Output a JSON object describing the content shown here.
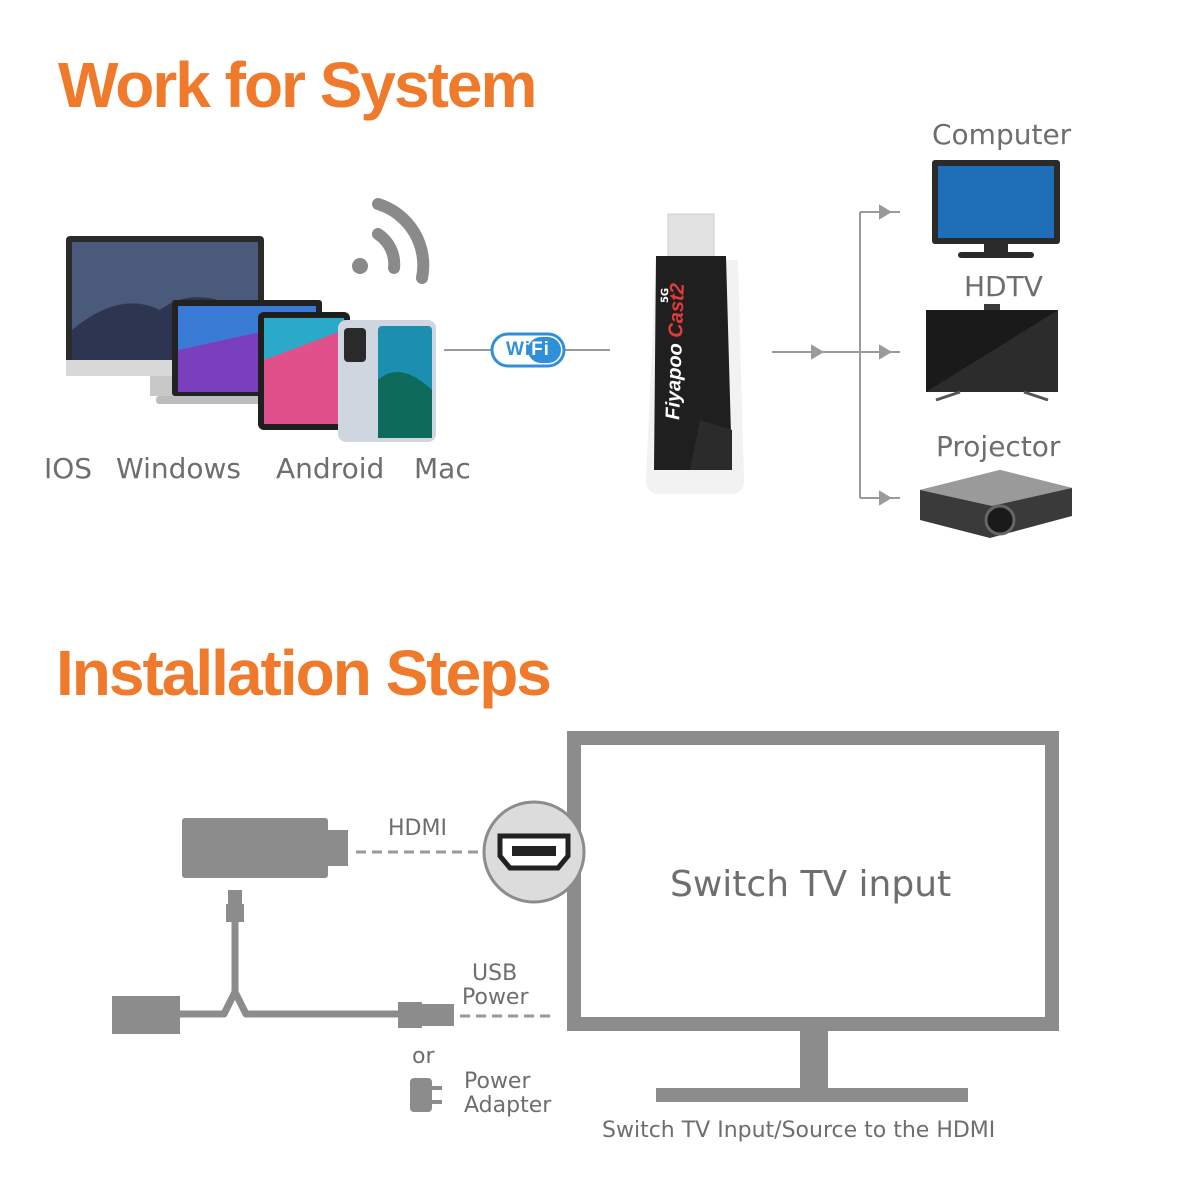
{
  "section1": {
    "title": "Work for System",
    "systems": [
      "IOS",
      "Windows",
      "Android",
      "Mac"
    ],
    "wifi_badge": "WiFi",
    "dongle_brand": "Fiyapoo",
    "dongle_model": "Cast2",
    "dongle_badge": "5G",
    "outputs": [
      "Computer",
      "HDTV",
      "Projector"
    ]
  },
  "section2": {
    "title": "Installation Steps",
    "hdmi_label": "HDMI",
    "usb_label_line1": "USB",
    "usb_label_line2": "Power",
    "or_label": "or",
    "adapter_line1": "Power",
    "adapter_line2": "Adapter",
    "tv_text": "Switch TV input",
    "caption": "Switch TV Input/Source to the HDMI"
  },
  "colors": {
    "accent_orange": "#ef7a2c",
    "gray_line": "#8c8c8c",
    "wifi_blue": "#2f8fd8"
  }
}
